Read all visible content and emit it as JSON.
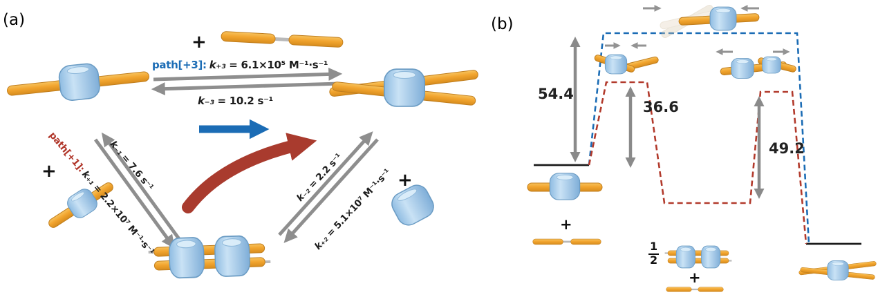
{
  "panel_a": {
    "label": "(a)",
    "plus_top": "+",
    "plus_left": "+",
    "plus_right": "+",
    "path3": {
      "name": "path[+3]:",
      "k": "k₊₃",
      "value": "= 6.1×10⁵ M⁻¹·s⁻¹"
    },
    "k_minus3": {
      "k": "k₋₃",
      "value": "= 10.2 s⁻¹"
    },
    "k_minus1": {
      "k": "k₋₁",
      "value": "= 7.6 s⁻¹"
    },
    "path1": {
      "name": "path[+1]:",
      "k": "k₊₁",
      "value": "= 2.2×10⁷ M⁻¹·s⁻¹"
    },
    "k_minus2": {
      "k": "k₋₂",
      "value": "= 2.2 s⁻¹"
    },
    "k_plus2": {
      "k": "k₊₂",
      "value": "= 5.1×10⁷ M⁻¹·s⁻¹"
    }
  },
  "panel_b": {
    "label": "(b)",
    "barrier_blue": "54.4",
    "barrier_red_1": "36.6",
    "barrier_red_2": "49.2",
    "fraction": {
      "numerator": "1",
      "denominator": "2"
    },
    "plus_left": "+",
    "plus_mid": "+"
  },
  "colors": {
    "path_blue": "#1B6CB5",
    "path_red": "#A93B2E",
    "rod_orange": "#F2A52F",
    "ring_blue": "#A9CDE9",
    "arrow_gray": "#8E8E8E",
    "baseline_black": "#1a1a1a"
  }
}
